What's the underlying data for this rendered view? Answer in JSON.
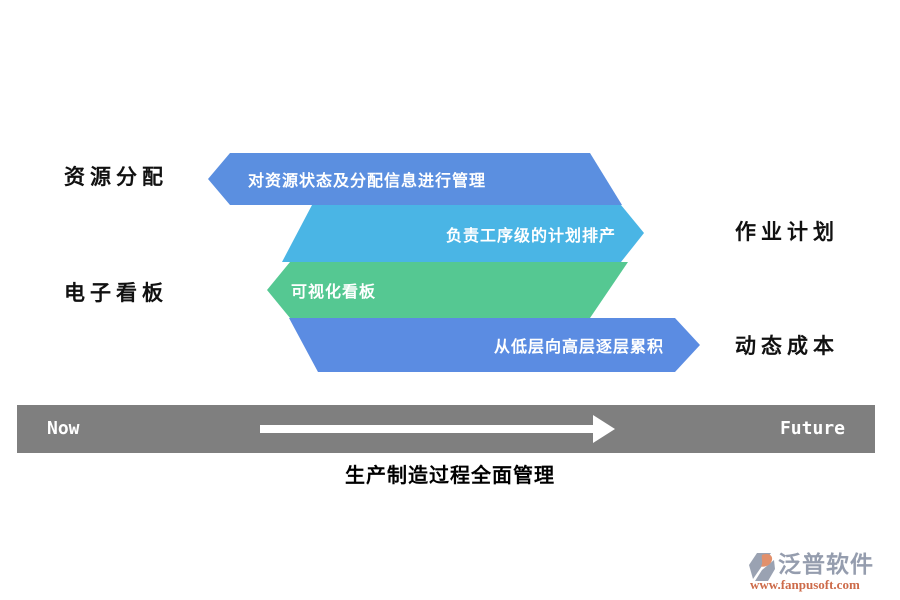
{
  "diagram": {
    "left_labels": [
      "资源分配",
      "电子看板"
    ],
    "right_labels": [
      "作业计划",
      "动态成本"
    ],
    "bands": [
      {
        "text": "对资源状态及分配信息进行管理",
        "color": "#5b8fe0",
        "direction": "left"
      },
      {
        "text": "负责工序级的计划排产",
        "color": "#4ab5e5",
        "direction": "right"
      },
      {
        "text": "可视化看板",
        "color": "#55c892",
        "direction": "left"
      },
      {
        "text": "从低层向高层逐层累积",
        "color": "#5b8ce2",
        "direction": "right"
      }
    ],
    "timeline": {
      "start_label": "Now",
      "end_label": "Future",
      "bar_color": "#7f7f7f",
      "arrow_color": "#ffffff",
      "arrow_icon": "right-arrow-icon"
    },
    "caption": "生产制造过程全面管理"
  },
  "watermark": {
    "icon": "fanpu-logo-icon",
    "icon_gray": "#9aa2b2",
    "icon_orange": "#e2906b",
    "brand": "泛普软件",
    "brand_color": "#959dae",
    "url": "www.fanpusoft.com",
    "url_color": "#cd6b4a"
  }
}
